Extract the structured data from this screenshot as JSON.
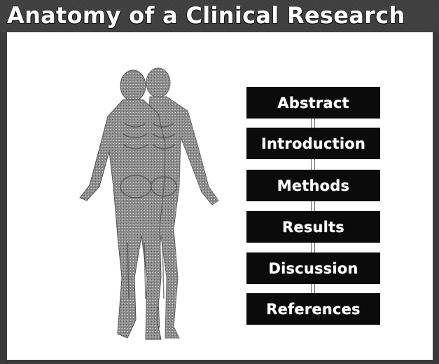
{
  "title": "Anatomy of a Clinical Research",
  "sections": [
    "Abstract",
    "Introduction",
    "Methods",
    "Results",
    "Discussion",
    "References"
  ],
  "colors": {
    "title_bar": "#3d3d3d",
    "box": "#0b0b0b",
    "text": "#ffffff",
    "figure": "#8a8a8a"
  },
  "figure_icon": "human-anatomy-figure"
}
